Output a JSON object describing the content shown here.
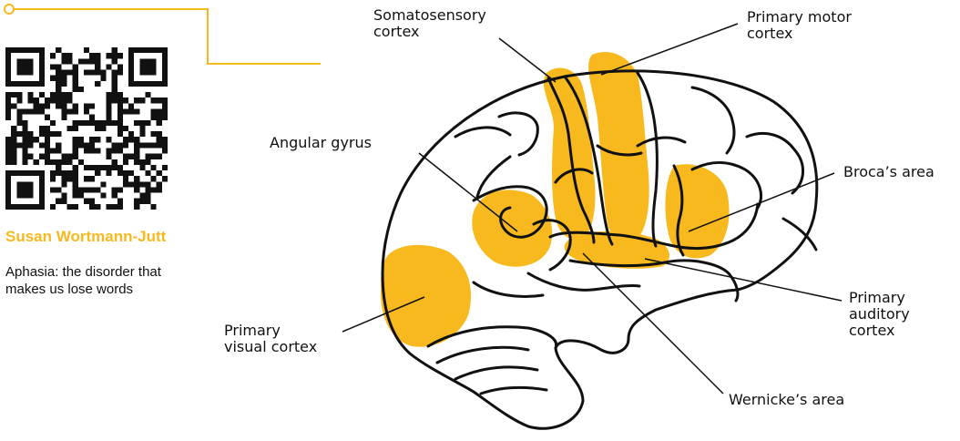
{
  "article": {
    "author": "Susan Wortmann-Jutt",
    "title": "Aphasia: the disorder that makes us lose words"
  },
  "diagram": {
    "labels": {
      "somatosensory": "Somatosensory\ncortex",
      "primary_motor": "Primary motor\ncortex",
      "angular_gyrus": "Angular gyrus",
      "brocas_area": "Broca’s area",
      "primary_auditory": "Primary\nauditory\ncortex",
      "primary_visual": "Primary\nvisual cortex",
      "wernickes_area": "Wernicke’s area"
    }
  },
  "colors": {
    "accent": "#f7b91e",
    "ink": "#111111",
    "background": "#ffffff"
  }
}
